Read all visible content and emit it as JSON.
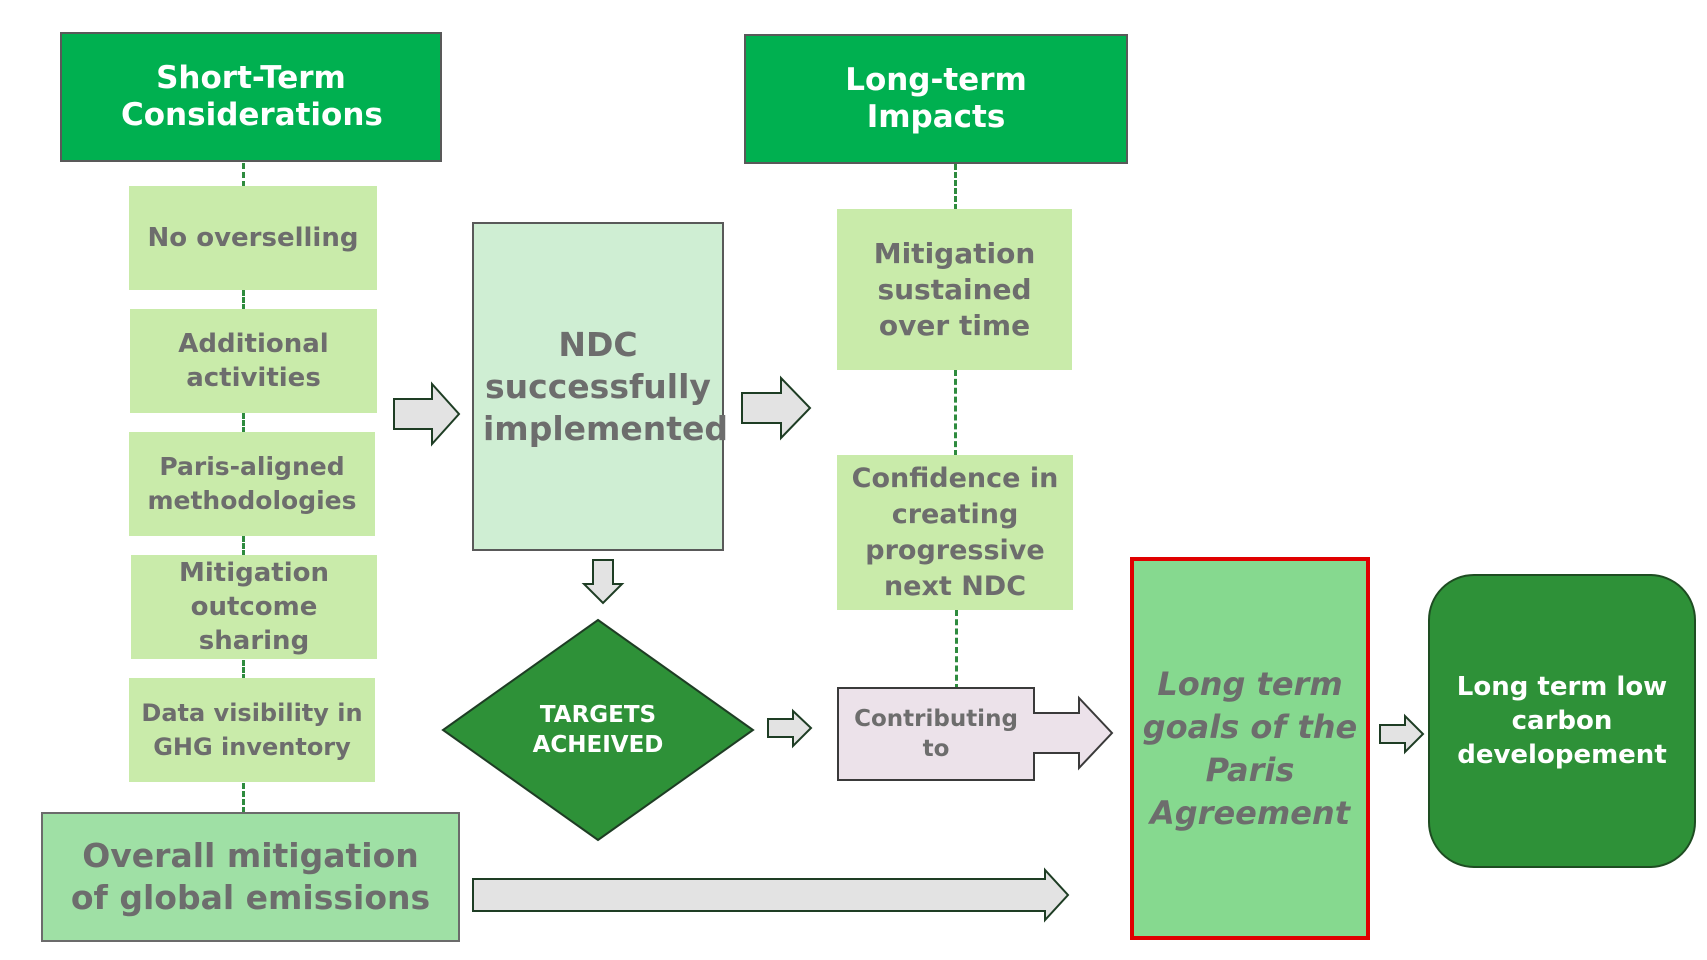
{
  "short_term": {
    "header": "Short-Term Considerations",
    "items": [
      "No overselling",
      "Additional activities",
      "Paris-aligned methodologies",
      "Mitigation outcome sharing",
      "Data visibility in GHG inventory"
    ]
  },
  "overall": "Overall mitigation of global emissions",
  "ndc": "NDC successfully implemented",
  "decision": "TARGETS ACHEIVED",
  "long_term": {
    "header": "Long-term Impacts",
    "items": [
      "Mitigation sustained over time",
      "Confidence in creating progressive next NDC"
    ]
  },
  "contributing": "Contributing to",
  "goals": "Long term goals of the Paris Agreement",
  "outcome": "Long term low carbon developement",
  "colors": {
    "header_green": "#00b050",
    "light_green": "#c9ebaa",
    "dark_green": "#2e9138",
    "highlight_red": "#e00000",
    "arrow_fill": "#e3e3e3"
  }
}
